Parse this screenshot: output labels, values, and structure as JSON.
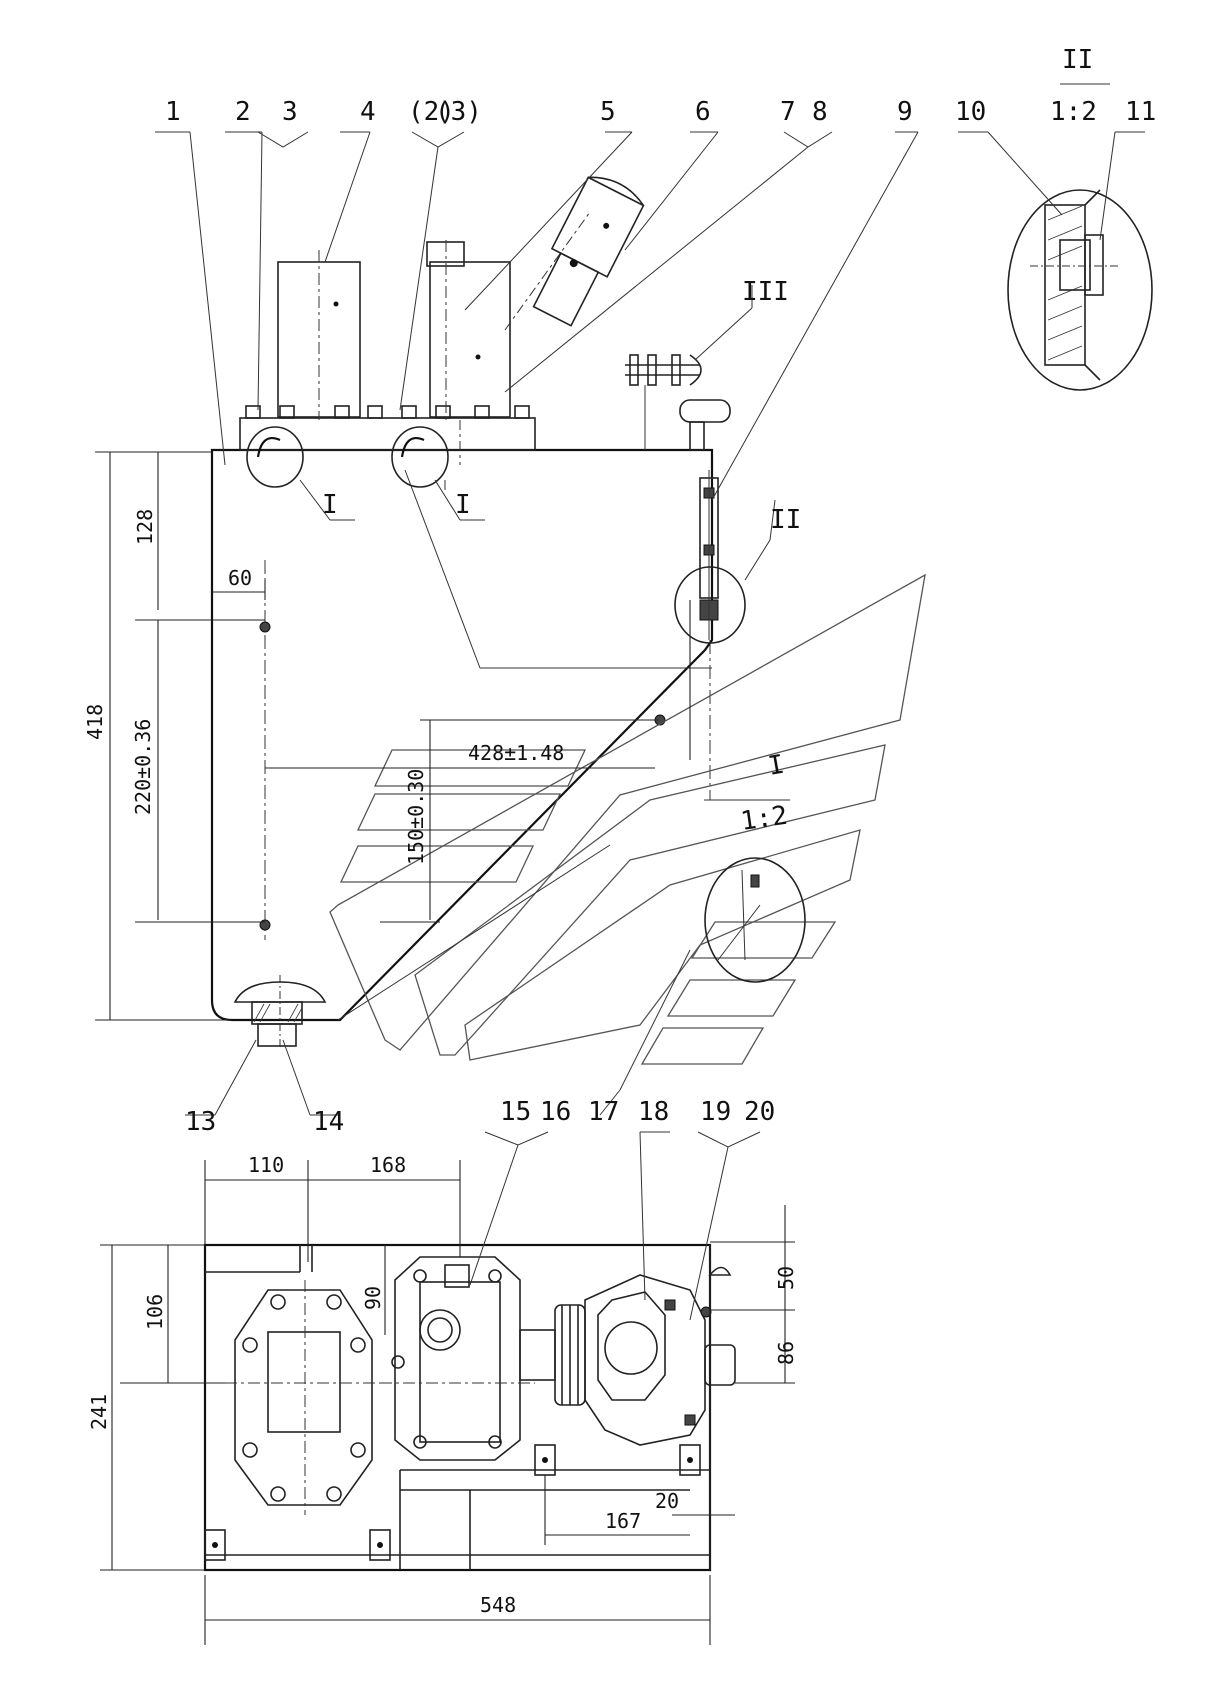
{
  "callouts": {
    "c1": "1",
    "c2": "2",
    "c3": "3",
    "c4": "4",
    "c2p": "(2)",
    "c3p": "(3)",
    "c5": "5",
    "c6": "6",
    "c7": "7",
    "c8": "8",
    "c9": "9",
    "c10": "10",
    "c11": "11",
    "c13": "13",
    "c14": "14",
    "c15": "15",
    "c16": "16",
    "c17": "17",
    "c18": "18",
    "c19": "19",
    "c20": "20"
  },
  "detail_labels": {
    "detail_I_a": "I",
    "detail_I_b": "I",
    "detail_II": "II",
    "detail_III": "III",
    "detail_II_title": "II",
    "detail_II_scale": "1:2",
    "detail_I_title": "I",
    "detail_I_scale": "1:2"
  },
  "dimensions": {
    "d418": "418",
    "d128": "128",
    "d220": "220±0.36",
    "d60": "60",
    "d428": "428±1.48",
    "d150": "150±0.30",
    "d110": "110",
    "d168": "168",
    "d106": "106",
    "d90": "90",
    "d241": "241",
    "d50": "50",
    "d86": "86",
    "d20": "20",
    "d167": "167",
    "d548": "548"
  }
}
